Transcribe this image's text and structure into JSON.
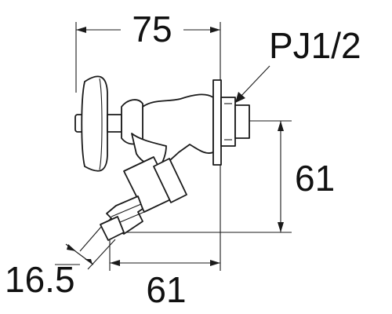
{
  "dimensions": {
    "overall_width": "75",
    "thread_size": "PJ1/2",
    "height": "61",
    "outlet_offset": "61",
    "outlet_diameter": "16.5"
  }
}
